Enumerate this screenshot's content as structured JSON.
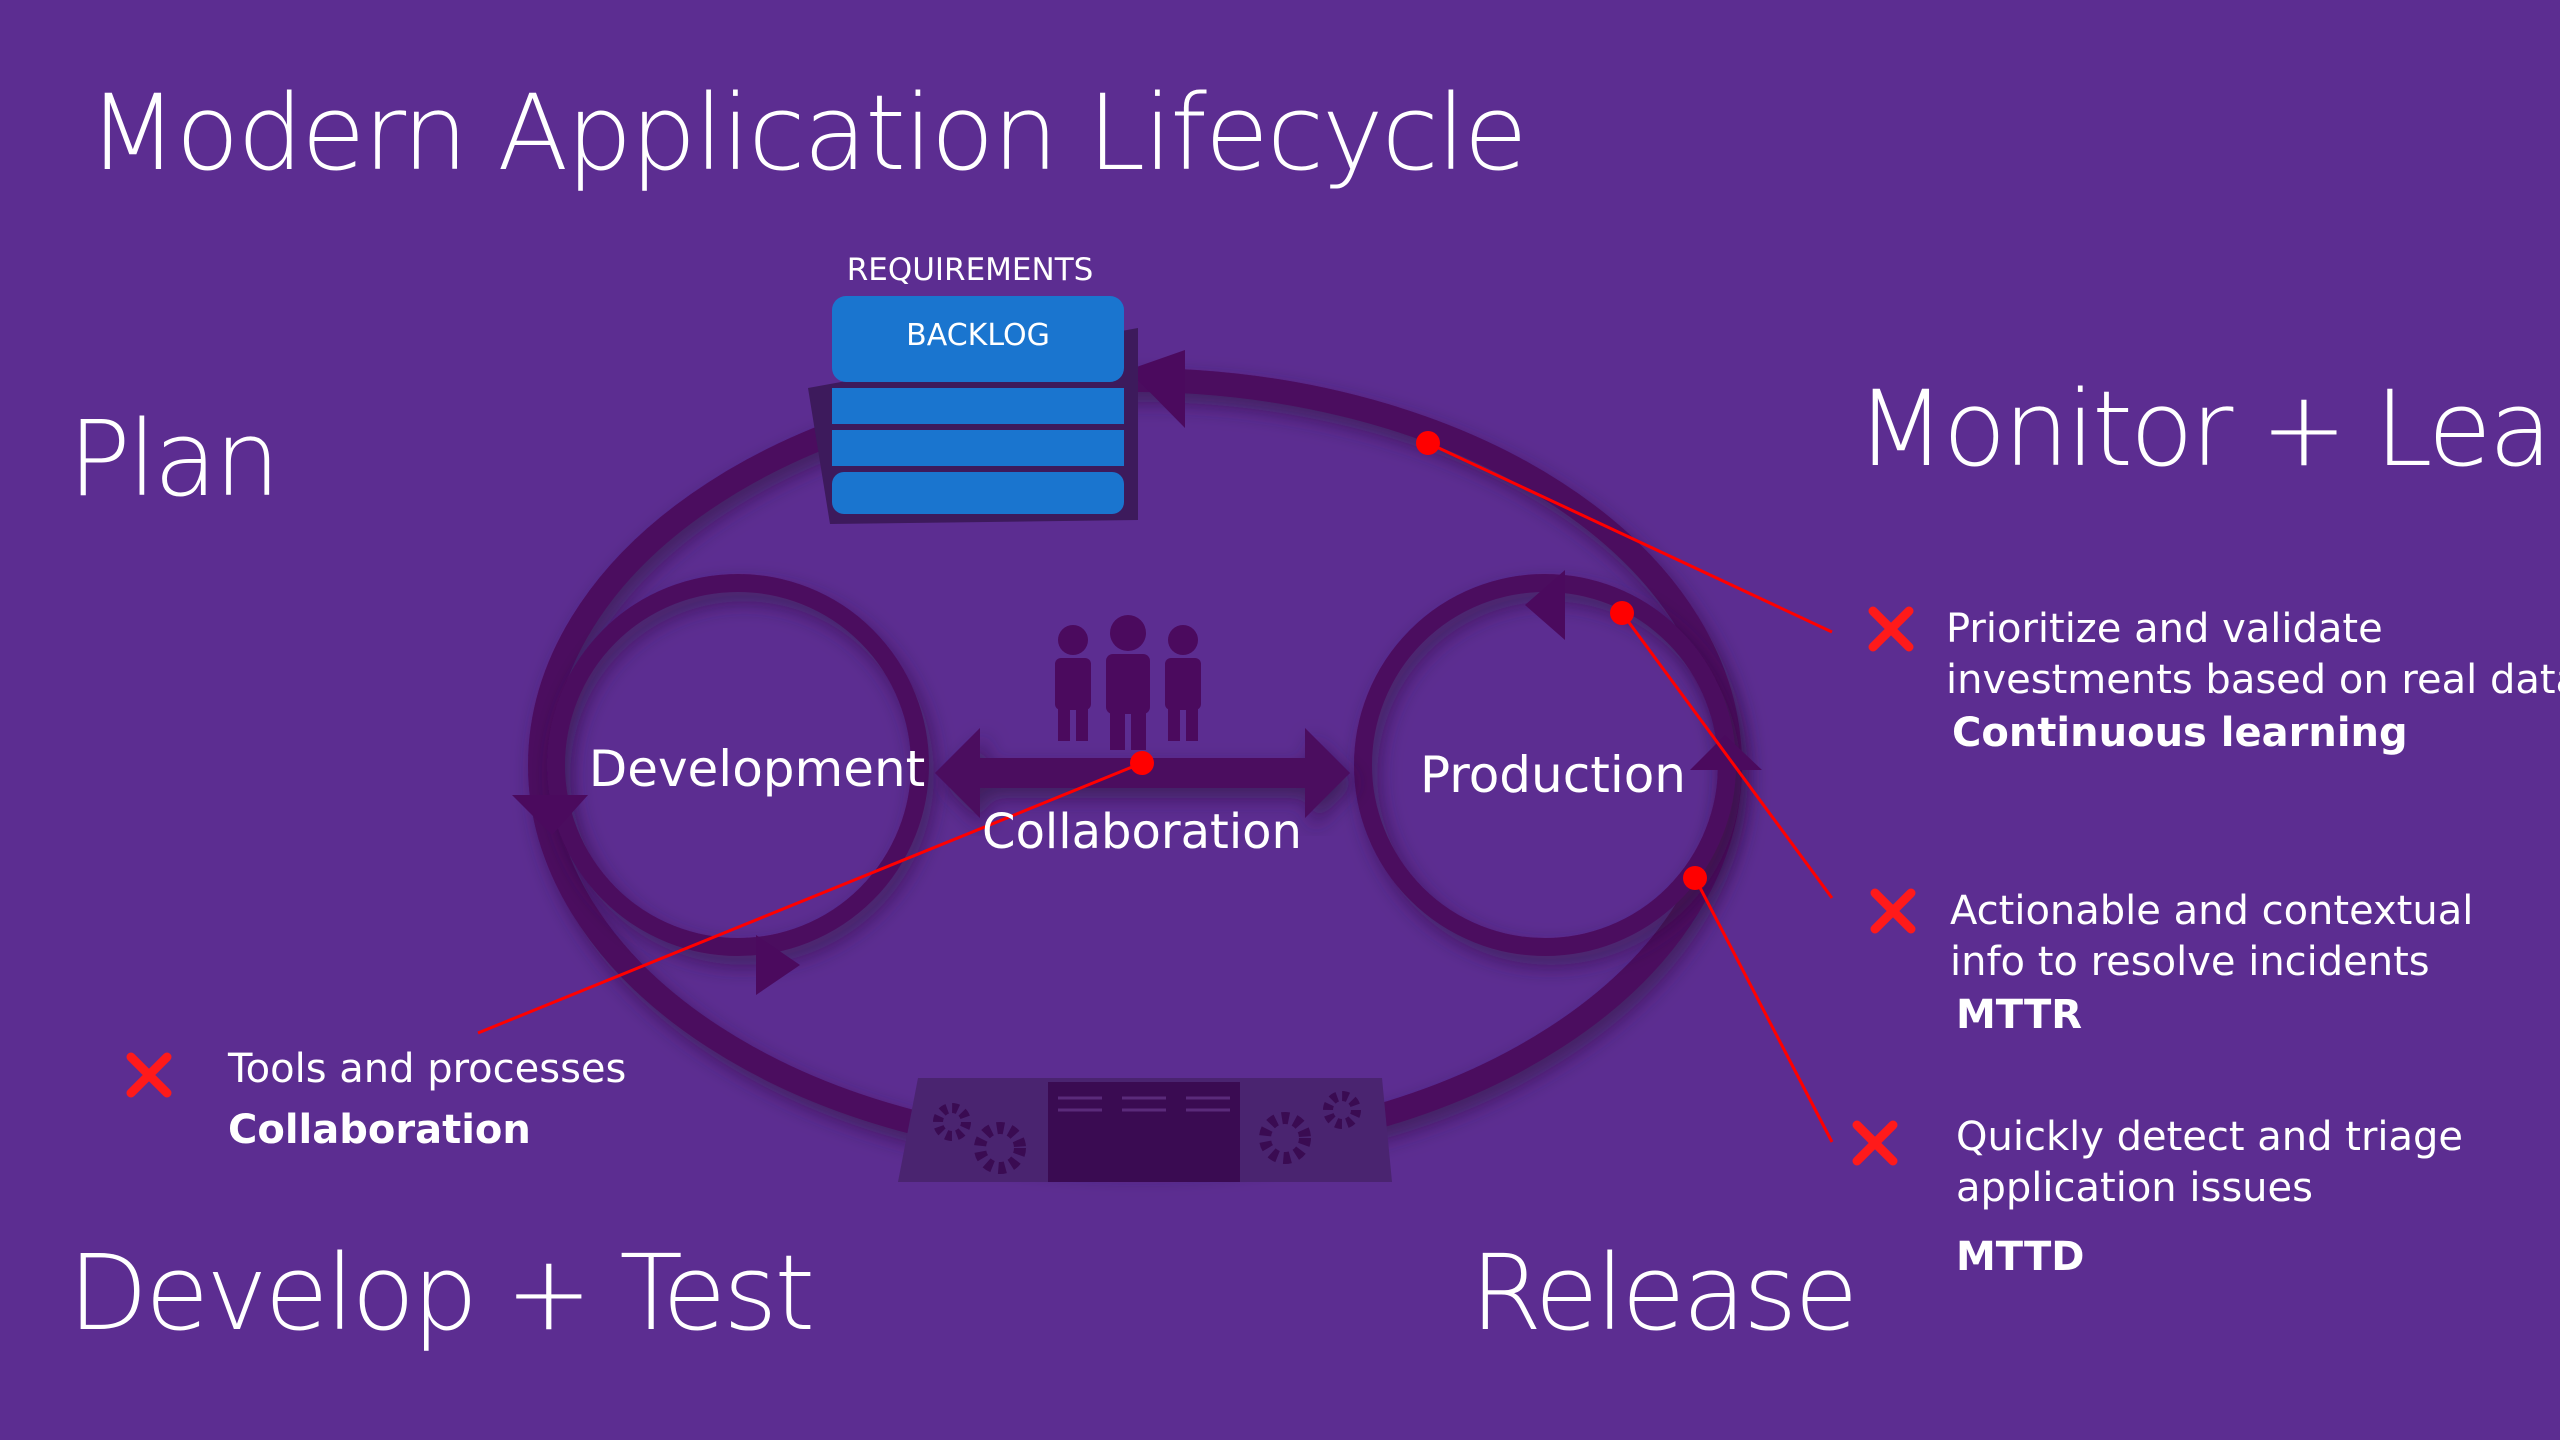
{
  "title": "Modern Application Lifecycle",
  "phases": {
    "plan": "Plan",
    "monitor": "Monitor + Learn",
    "develop": "Develop + Test",
    "release": "Release"
  },
  "diagram": {
    "requirements": "REQUIREMENTS",
    "backlog": "BACKLOG",
    "development": "Development",
    "production": "Production",
    "collaboration": "Collaboration"
  },
  "notes": [
    {
      "text": [
        "Prioritize and validate",
        "investments based on real data"
      ],
      "metric": "Continuous learning"
    },
    {
      "text": [
        "Actionable and contextual",
        "info to resolve incidents"
      ],
      "metric": "MTTR"
    },
    {
      "text": [
        "Quickly detect and triage",
        "application issues"
      ],
      "metric": "MTTD"
    },
    {
      "text": [
        "Tools and processes"
      ],
      "metric": "Collaboration"
    }
  ],
  "colors": {
    "background": "#5c2d91",
    "loop": "#4b0a5e",
    "accent": "#ff0000",
    "backlog": "#1a75cf"
  }
}
